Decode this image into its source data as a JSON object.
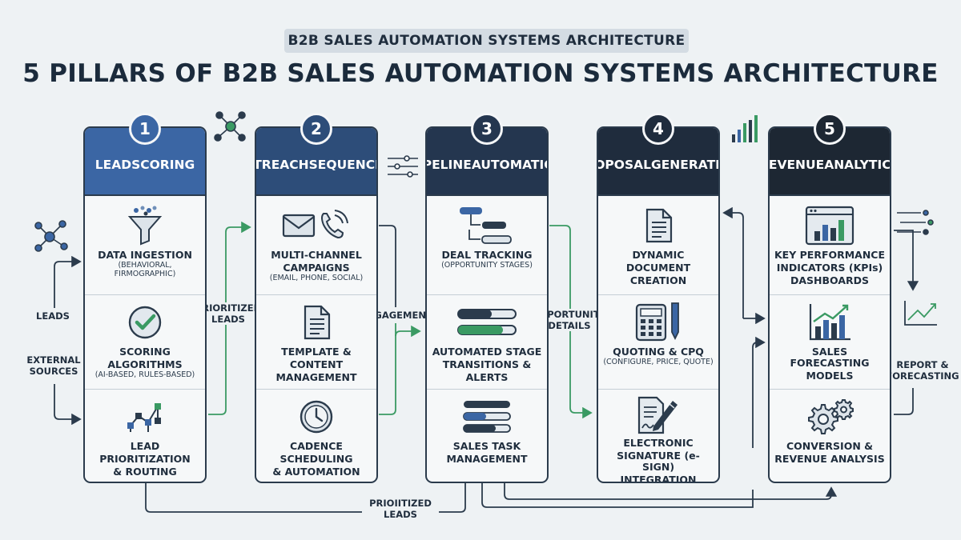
{
  "header": {
    "tag": "B2B SALES AUTOMATION SYSTEMS ARCHITECTURE",
    "title": "5 PILLARS OF B2B SALES AUTOMATION SYSTEMS ARCHITECTURE"
  },
  "colors": {
    "p1": "#3b66a4",
    "p2": "#2d4d79",
    "p3": "#24364f",
    "p4": "#1f2c3d",
    "p5": "#1d2733",
    "green": "#3a9a63",
    "line": "#2b3b4c"
  },
  "pillars": [
    {
      "number": "1",
      "title_lines": [
        "LEAD",
        "SCORING"
      ],
      "sections": [
        {
          "icon": "funnel-icon",
          "label_lines": [
            "DATA INGESTION"
          ],
          "sub_lines": [
            "(BEHAVIORAL,",
            "FIRMOGRAPHIC)"
          ]
        },
        {
          "icon": "checkmark-icon",
          "label_lines": [
            "SCORING",
            "ALGORITHMS"
          ],
          "sub_lines": [
            "(AI-BASED, RULES-BASED)"
          ]
        },
        {
          "icon": "routing-icon",
          "label_lines": [
            "LEAD",
            "PRIORITIZATION",
            "& ROUTING"
          ],
          "sub_lines": []
        }
      ]
    },
    {
      "number": "2",
      "title_lines": [
        "OUTREACH",
        "SEQUENCING"
      ],
      "sections": [
        {
          "icon": "email-phone-icon",
          "label_lines": [
            "MULTI-CHANNEL",
            "CAMPAIGNS"
          ],
          "sub_lines": [
            "(EMAIL, PHONE, SOCIAL)"
          ]
        },
        {
          "icon": "document-icon",
          "label_lines": [
            "TEMPLATE &",
            "CONTENT",
            "MANAGEMENT"
          ],
          "sub_lines": []
        },
        {
          "icon": "clock-icon",
          "label_lines": [
            "CADENCE",
            "SCHEDULING",
            "& AUTOMATION"
          ],
          "sub_lines": []
        }
      ]
    },
    {
      "number": "3",
      "title_lines": [
        "PIPELINE",
        "AUTOMATION"
      ],
      "sections": [
        {
          "icon": "deal-flow-icon",
          "label_lines": [
            "DEAL TRACKING"
          ],
          "sub_lines": [
            "(OPPORTUNITY STAGES)"
          ]
        },
        {
          "icon": "progress-bars-icon",
          "label_lines": [
            "AUTOMATED STAGE",
            "TRANSITIONS &",
            "ALERTS"
          ],
          "sub_lines": []
        },
        {
          "icon": "task-list-icon",
          "label_lines": [
            "SALES TASK",
            "MANAGEMENT"
          ],
          "sub_lines": []
        }
      ]
    },
    {
      "number": "4",
      "title_lines": [
        "PROPOSAL",
        "GENERATION"
      ],
      "sections": [
        {
          "icon": "document-icon",
          "label_lines": [
            "DYNAMIC",
            "DOCUMENT",
            "CREATION"
          ],
          "sub_lines": []
        },
        {
          "icon": "calculator-icon",
          "label_lines": [
            "QUOTING & CPQ"
          ],
          "sub_lines": [
            "(CONFIGURE, PRICE, QUOTE)"
          ]
        },
        {
          "icon": "signature-icon",
          "label_lines": [
            "ELECTRONIC",
            "SIGNATURE (e-SIGN)",
            "INTEGRATION"
          ],
          "sub_lines": []
        }
      ]
    },
    {
      "number": "5",
      "title_lines": [
        "REVENUE",
        "ANALYTICS"
      ],
      "sections": [
        {
          "icon": "dashboard-icon",
          "label_lines": [
            "KEY PERFORMANCE",
            "INDICATORS (KPIs)",
            "DASHBOARDS"
          ],
          "sub_lines": []
        },
        {
          "icon": "bar-chart-icon",
          "label_lines": [
            "SALES FORECASTING",
            "MODELS"
          ],
          "sub_lines": []
        },
        {
          "icon": "gears-icon",
          "label_lines": [
            "CONVERSION &",
            "REVENUE ANALYSIS"
          ],
          "sub_lines": []
        }
      ]
    }
  ],
  "flows": {
    "leads": "LEADS",
    "external_sources": [
      "EXTERNAL",
      "SOURCES"
    ],
    "prioritized_leads": [
      "PRIORITIZED",
      "LEADS"
    ],
    "engagements": "ENGAGEMENTS",
    "opportunity_details": [
      "OPPORTUNITY",
      "DETAILS"
    ],
    "report_forecasting": [
      "REPORT &",
      "FORECASTING"
    ],
    "bottom_prioritized_leads": [
      "PRIOIITIZED",
      "LEADS"
    ]
  }
}
